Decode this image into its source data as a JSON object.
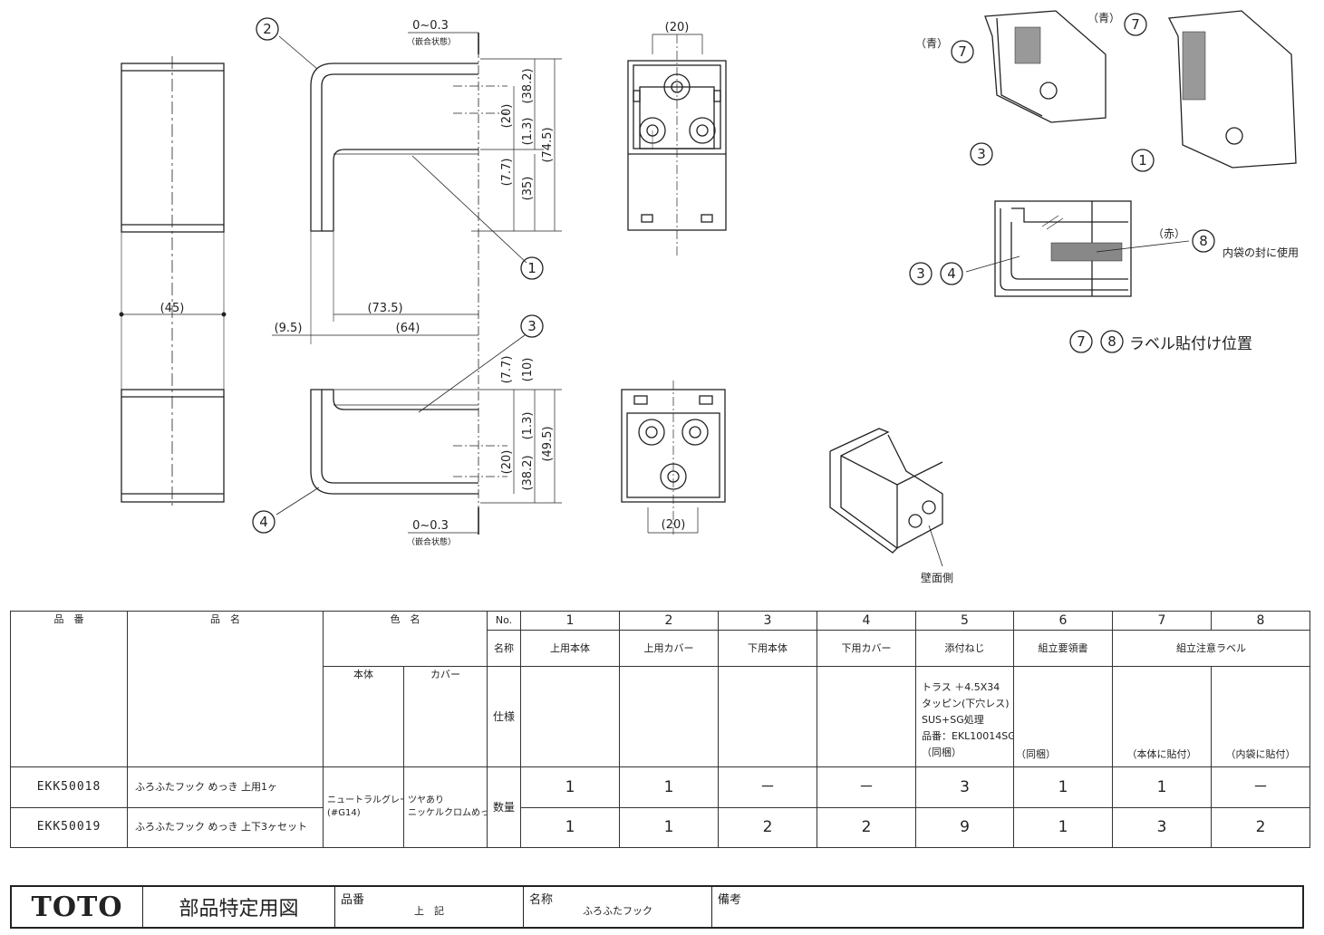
{
  "drawing": {
    "callouts": [
      "1",
      "2",
      "3",
      "4",
      "7",
      "8"
    ],
    "dim_top_clearance": "0~0.3",
    "dim_bottom_clearance": "0~0.3",
    "fitting_state": "（嵌合状態）",
    "dims_upper": [
      "(20)",
      "(38.2)",
      "(1.3)",
      "(7.7)",
      "(35)",
      "(74.5)"
    ],
    "dims_lower": [
      "(7.7)",
      "(10)",
      "(1.3)",
      "(20)",
      "(38.2)",
      "(49.5)"
    ],
    "dim_width": "(45)",
    "dim_depth_total": "(73.5)",
    "dim_depth_inner": "(64)",
    "dim_thickness": "(9.5)",
    "dim_pitch_top": "(20)",
    "dim_pitch_bottom": "(20)",
    "blue_label_1": "（青）",
    "blue_label_2": "（青）",
    "red_label": "（赤）",
    "inner_bag_note": "内袋の封に使用",
    "label_position_note": "ラベル貼付け位置",
    "wall_side": "壁面側"
  },
  "table": {
    "header_part_no": "品　番",
    "header_part_name": "品　名",
    "header_color_name": "色　名",
    "header_no": "No.",
    "header_name": "名称",
    "header_spec": "仕様",
    "header_qty": "数量",
    "color_body": "本体",
    "color_cover": "カバー",
    "columns": [
      {
        "no": "1",
        "name": "上用本体",
        "spec": "",
        "qty_a": "1",
        "qty_b": "1"
      },
      {
        "no": "2",
        "name": "上用カバー",
        "spec": "",
        "qty_a": "1",
        "qty_b": "1"
      },
      {
        "no": "3",
        "name": "下用本体",
        "spec": "",
        "qty_a": "－",
        "qty_b": "2"
      },
      {
        "no": "4",
        "name": "下用カバー",
        "spec": "",
        "qty_a": "－",
        "qty_b": "2"
      },
      {
        "no": "5",
        "name": "添付ねじ",
        "spec": "（同梱）",
        "qty_a": "3",
        "qty_b": "9"
      },
      {
        "no": "6",
        "name": "組立要領書",
        "spec": "（同梱）",
        "qty_a": "1",
        "qty_b": "1"
      },
      {
        "no": "7",
        "name": "組立注意ラベル",
        "spec": "（本体に貼付）",
        "qty_a": "1",
        "qty_b": "3"
      },
      {
        "no": "8",
        "name": "",
        "spec": "（内袋に貼付）",
        "qty_a": "－",
        "qty_b": "2"
      }
    ],
    "screw_spec": [
      "トラス ＋4.5X34",
      "タッピン(下穴レス)",
      "SUS+SG処理",
      "品番：EKL10014SG"
    ],
    "rows": [
      {
        "part_no": "EKK50018",
        "part_name": "ふろふたフック めっき 上用1ヶ"
      },
      {
        "part_no": "EKK50019",
        "part_name": "ふろふたフック めっき 上下3ヶセット"
      }
    ],
    "color_body_value": [
      "ニュートラルグレー",
      "(#G14)"
    ],
    "color_cover_value": [
      "ツヤあり",
      "ニッケルクロムめっき"
    ]
  },
  "titleblock": {
    "brand": "TOTO",
    "title": "部品特定用図",
    "part_no_label": "品番",
    "part_no_value": "上　記",
    "name_label": "名称",
    "name_value": "ふろふたフック",
    "remarks_label": "備考"
  }
}
